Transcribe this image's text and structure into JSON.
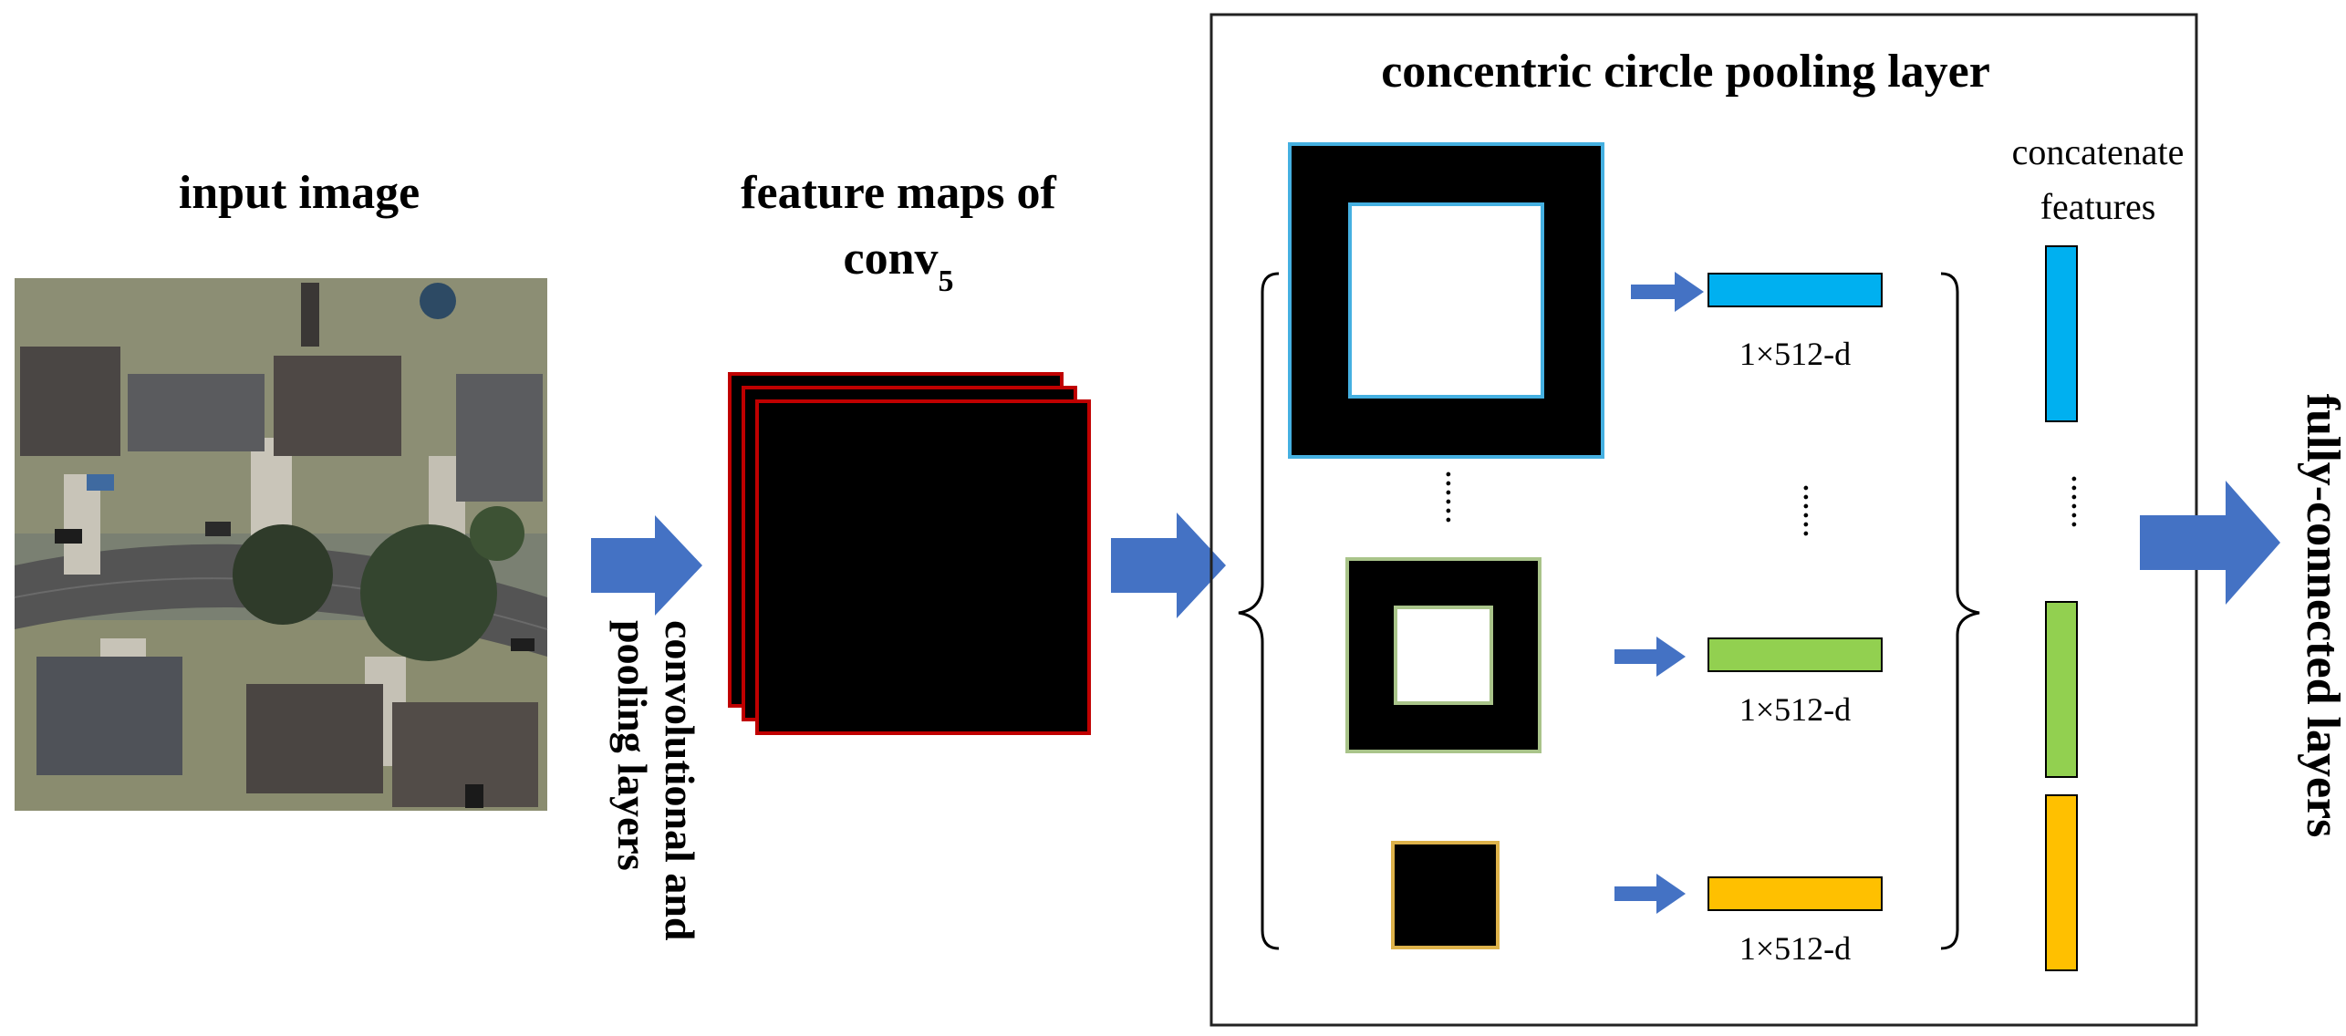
{
  "input": {
    "title": "input image"
  },
  "feature_maps": {
    "title_line1": "feature maps of",
    "title_base": "conv",
    "title_sub": "5"
  },
  "conv_label": {
    "line1": "convolutional and",
    "line2": "pooling layers"
  },
  "pooling": {
    "title": "concentric circle pooling layer"
  },
  "concat": {
    "line1": "concatenate",
    "line2": "features"
  },
  "vector_label": "1×512-d",
  "dots": "......",
  "fc_label": "fully-connected layers",
  "colors": {
    "arrow": "#4472C4",
    "blue": "#00B0F0",
    "green": "#92D050",
    "gold": "#FFC000",
    "red": "#C00000",
    "sq_blue_border": "#45B0E1",
    "sq_green_border": "#A9C48A",
    "sq_gold_border": "#DDB24A",
    "panel_border": "#222222"
  },
  "icons": [
    "satellite-image",
    "arrow-right-icon"
  ]
}
